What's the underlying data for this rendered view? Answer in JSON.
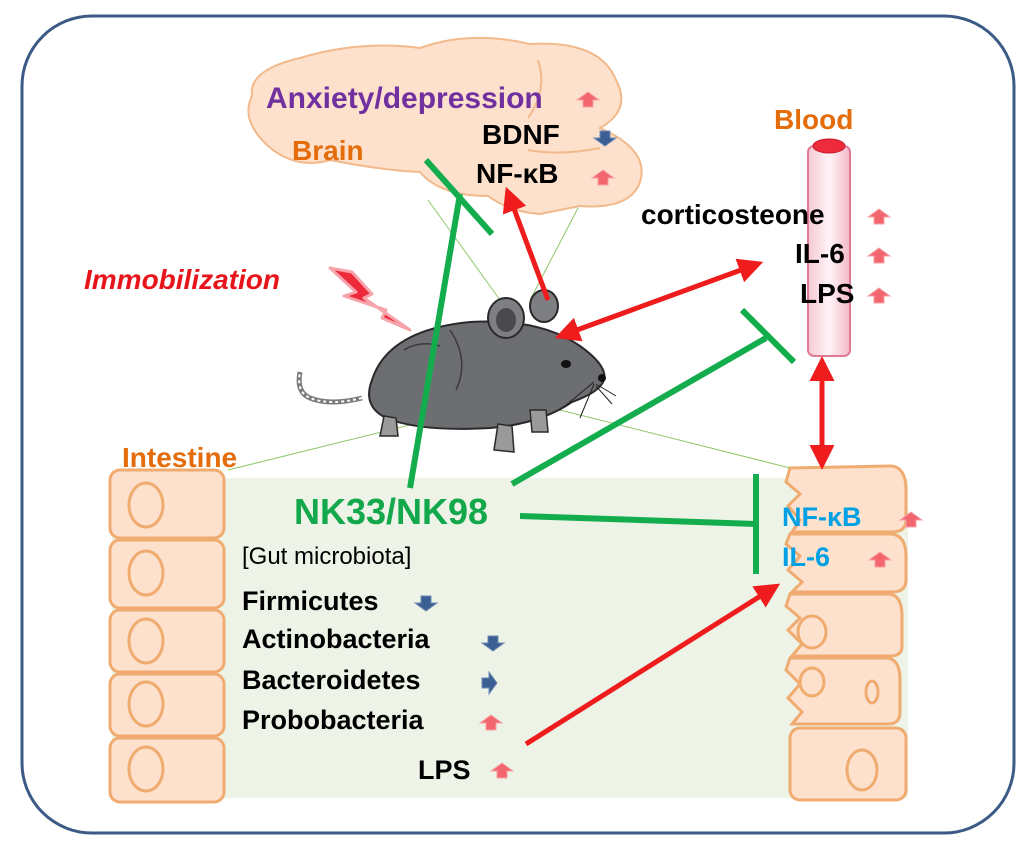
{
  "colors": {
    "purple": "#7030a0",
    "orange": "#e46c0a",
    "red_text": "#e8141b",
    "green": "#12a84b",
    "cyan": "#00a0e4",
    "arrow_red": "#ee1c1c",
    "inhibit_green": "#14ad4e",
    "up_arrow": "#f4666e",
    "down_arrow": "#3b5f93",
    "tissue_fill": "#fde1cc",
    "tissue_border": "#f0ac70",
    "gut_bg": "#edf3e6",
    "frame_border": "#3c5a86"
  },
  "icons": {
    "up": "arrow-up-icon",
    "down": "arrow-down-icon",
    "right": "arrow-right-icon",
    "lightning": "lightning-bolt-icon",
    "mouse": "mouse-icon"
  },
  "brain": {
    "anxiety": "Anxiety/depression",
    "label": "Brain",
    "bdnf": "BDNF",
    "nfkb": "NF-κB"
  },
  "stimulus": {
    "label": "Immobilization"
  },
  "blood": {
    "label": "Blood",
    "corticosterone": "corticosteone",
    "il6": "IL-6",
    "lps": "LPS"
  },
  "intestine": {
    "label": "Intestine",
    "treatment": "NK33/NK98",
    "microbiota_header": "[Gut microbiota]",
    "firmicutes": "Firmicutes",
    "actinobacteria": "Actinobacteria",
    "bacteroidetes": "Bacteroidetes",
    "probobacteria": "Probobacteria",
    "lps": "LPS",
    "epithelium_nfkb": "NF-κB",
    "epithelium_il6": "IL-6"
  }
}
